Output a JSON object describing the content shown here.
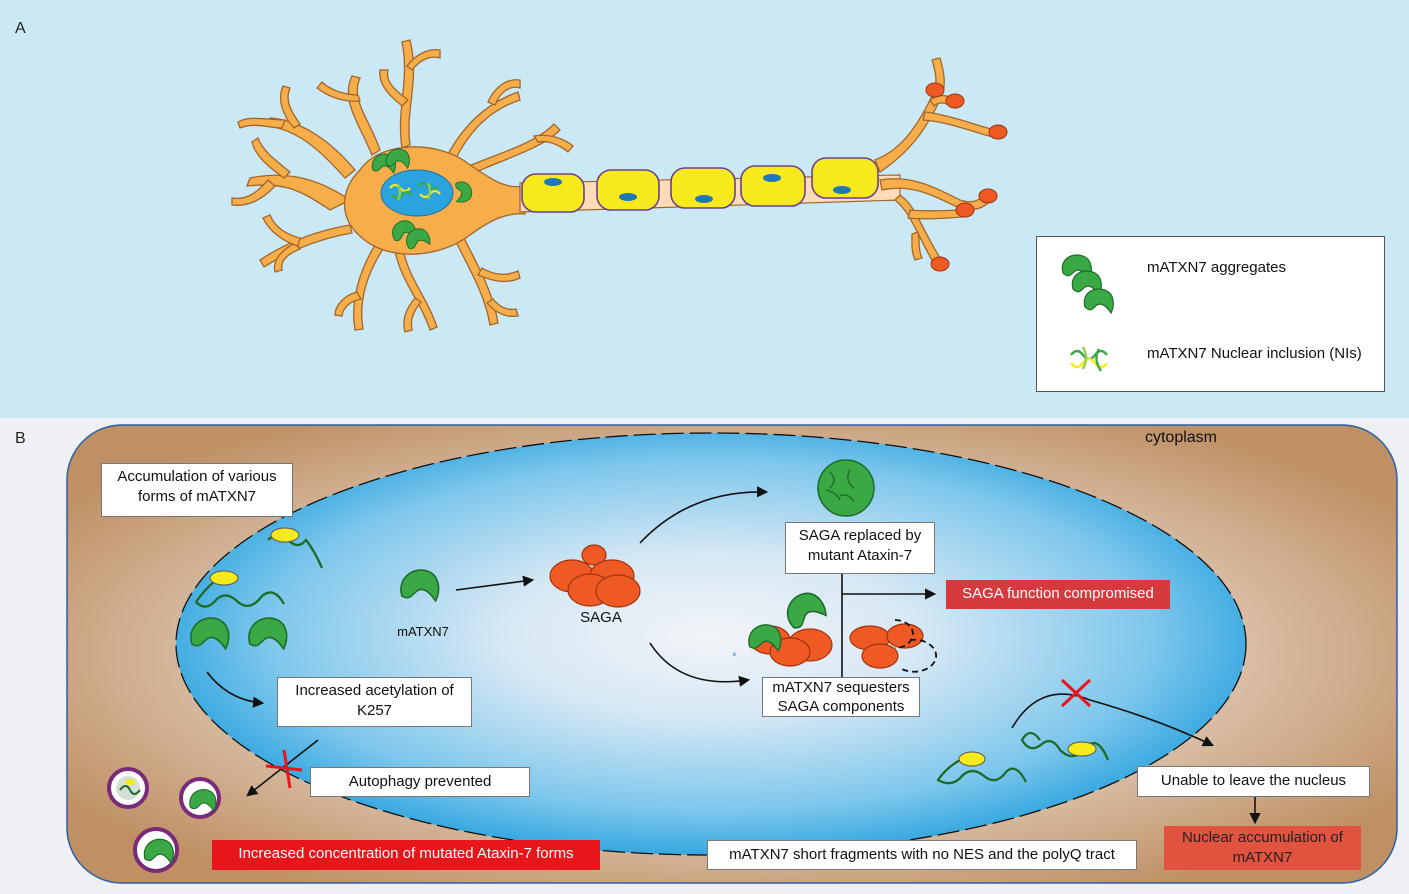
{
  "panel_a": {
    "letter": "A",
    "legend": {
      "aggregates": "mATXN7 aggregates",
      "inclusion": "mATXN7 Nuclear inclusion (NIs)"
    }
  },
  "panel_b": {
    "letter": "B",
    "cytoplasm": "cytoplasm",
    "accumulation": "Accumulation of various forms of mATXN7",
    "acetylation": "Increased acetylation of K257",
    "autophagy": "Autophagy prevented",
    "concentration": "Increased concentration of mutated Ataxin-7 forms",
    "matxn7": "mATXN7",
    "saga": "SAGA",
    "saga_replaced": "SAGA replaced by mutant Ataxin-7",
    "saga_compromised": "SAGA function compromised",
    "sequesters": "mATXN7 sequesters SAGA components",
    "unable": "Unable to leave the nucleus",
    "nuclear_accum": "Nuclear accumulation of mATXN7",
    "fragments": "mATXN7 short fragments with no NES and the polyQ tract"
  },
  "colors": {
    "panel_a_bg": "#cbe9f5",
    "neuron": "#f8ad4b",
    "myelin": "#f7ea1c",
    "aggregate_green": "#3aa845",
    "saga_orange": "#ef5a24",
    "cytoplasm_brown": "#c4956a",
    "nucleus_blue": "#2aa3df"
  }
}
